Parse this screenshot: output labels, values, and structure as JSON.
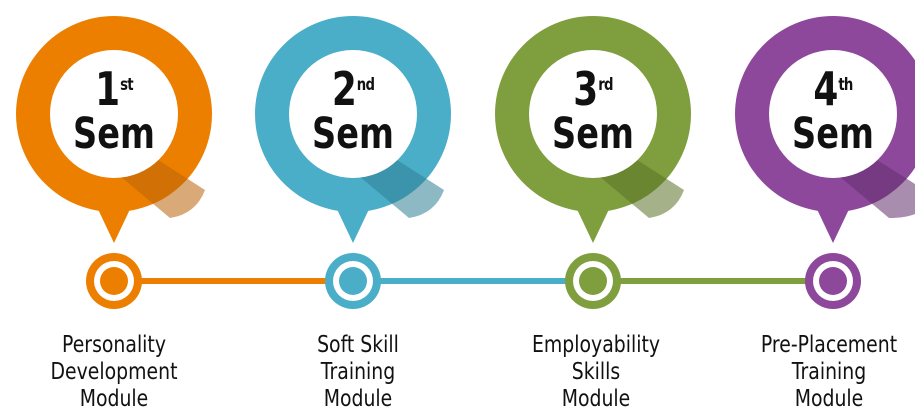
{
  "colors": {
    "orange": "#ec7f00",
    "blue": "#4aaec8",
    "green": "#7f9e3d",
    "purple": "#8d489b"
  },
  "stages": [
    {
      "number": "1",
      "suffix": "st",
      "label": "Sem",
      "color": "#ec7f00",
      "shadow": "#b9650a",
      "module_lines": [
        "Personality",
        "Development",
        "Module"
      ]
    },
    {
      "number": "2",
      "suffix": "nd",
      "label": "Sem",
      "color": "#4aaec8",
      "shadow": "#2f7f94",
      "module_lines": [
        "Soft Skill",
        "Training",
        "Module"
      ]
    },
    {
      "number": "3",
      "suffix": "rd",
      "label": "Sem",
      "color": "#7f9e3d",
      "shadow": "#5b7328",
      "module_lines": [
        "Employability",
        "Skills",
        "Module"
      ]
    },
    {
      "number": "4",
      "suffix": "th",
      "label": "Sem",
      "color": "#8d489b",
      "shadow": "#63306e",
      "module_lines": [
        "Pre-Placement",
        "Training",
        "Module"
      ]
    }
  ]
}
